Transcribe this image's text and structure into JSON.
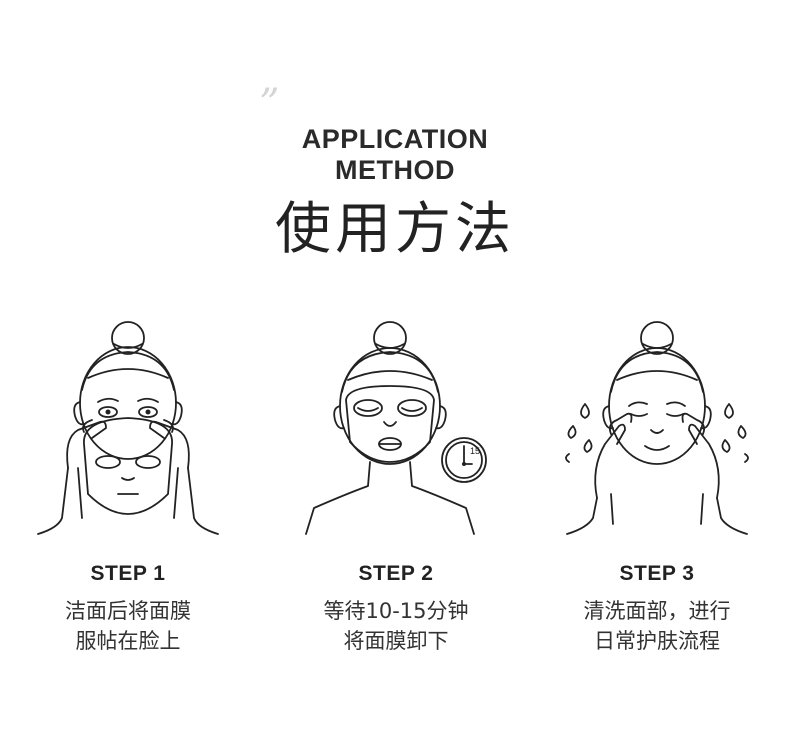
{
  "header": {
    "quote_mark": "”",
    "title_en_line1": "APPLICATION",
    "title_en_line2": "METHOD",
    "title_zh": "使用方法"
  },
  "steps": [
    {
      "label": "STEP 1",
      "desc_line1": "洁面后将面膜",
      "desc_line2": "服帖在脸上",
      "icon": "applying-mask-icon"
    },
    {
      "label": "STEP 2",
      "desc_line1": "等待10-15分钟",
      "desc_line2": "将面膜卸下",
      "icon": "wearing-mask-icon",
      "timer_text": "15"
    },
    {
      "label": "STEP 3",
      "desc_line1": "清洗面部，进行",
      "desc_line2": "日常护肤流程",
      "icon": "washing-face-icon"
    }
  ],
  "colors": {
    "line": "#222222",
    "quote": "#d4d4d4",
    "background": "#ffffff"
  }
}
